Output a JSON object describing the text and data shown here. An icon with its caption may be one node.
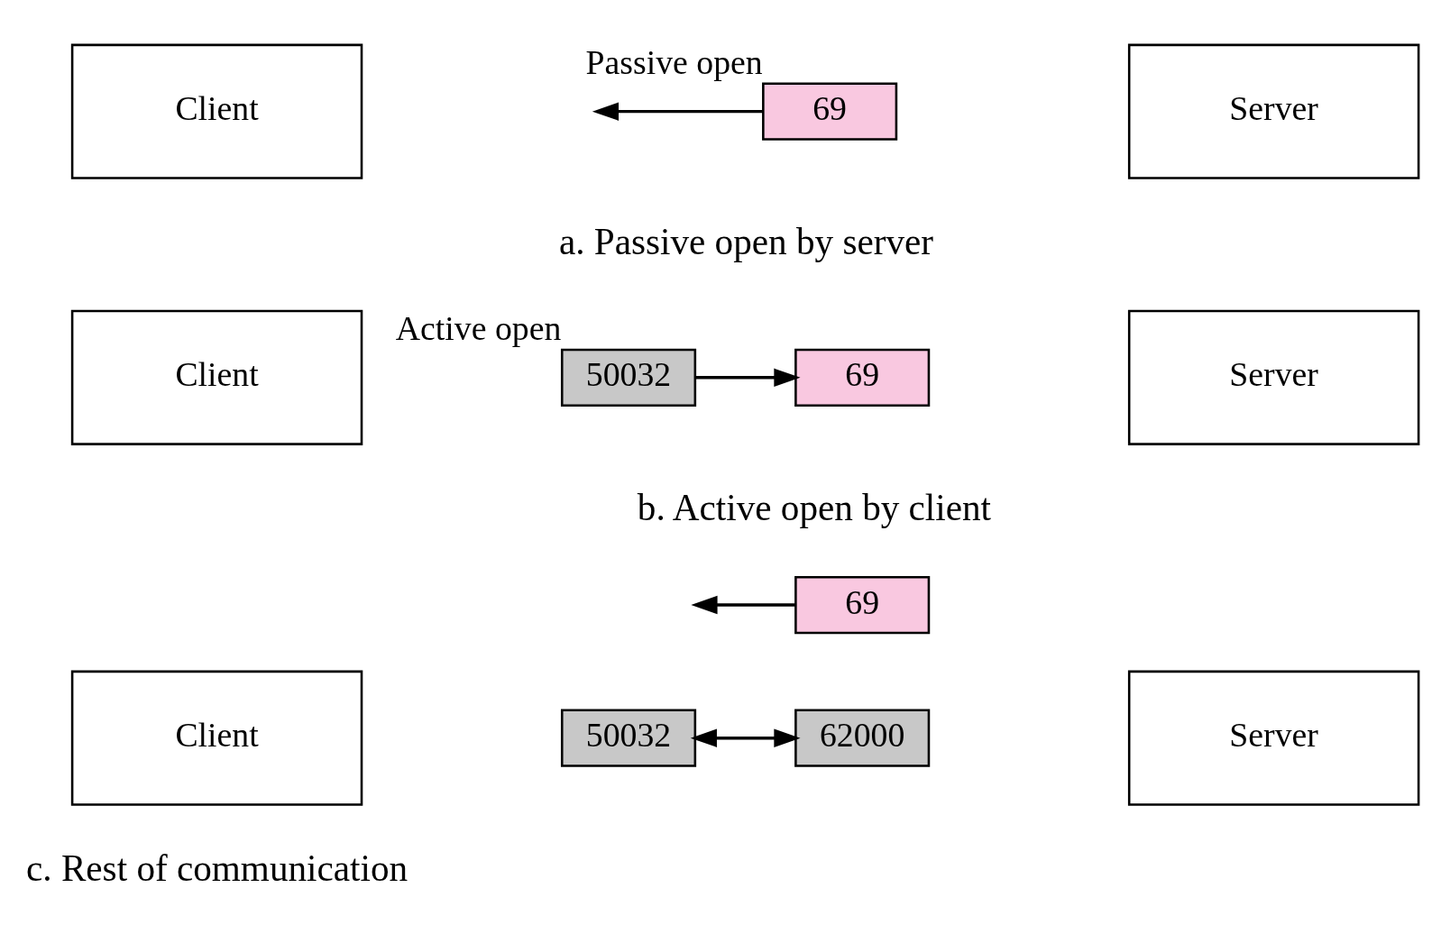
{
  "diagram": {
    "nodes": [
      {
        "text": [
          "Client"
        ]
      },
      {
        "text": [
          "69"
        ],
        "beside": [
          "Passive open"
        ]
      },
      {
        "text": [
          "Server"
        ]
      },
      {
        "text": [
          "Client"
        ]
      },
      {
        "text": [
          "50032"
        ],
        "beside": [
          "Active open"
        ]
      },
      {
        "text": [
          "69"
        ]
      },
      {
        "text": [
          "Server"
        ]
      },
      {
        "text": [
          "Client"
        ]
      },
      {
        "text": [
          "50032"
        ]
      },
      {
        "text": [
          "69"
        ]
      },
      {
        "text": [
          "62000"
        ]
      },
      {
        "text": [
          "Server"
        ]
      }
    ],
    "edges": [
      {
        "from": 1,
        "to": null,
        "arrow": "to"
      },
      {
        "from": 4,
        "to": 5,
        "arrow": "to"
      },
      {
        "from": 9,
        "to": null,
        "arrow": "to"
      },
      {
        "from": 8,
        "to": 10,
        "arrow": "both"
      }
    ],
    "labels": [
      "a. Passive open by server",
      "b. Active open by client",
      "c. Rest of communication"
    ]
  }
}
